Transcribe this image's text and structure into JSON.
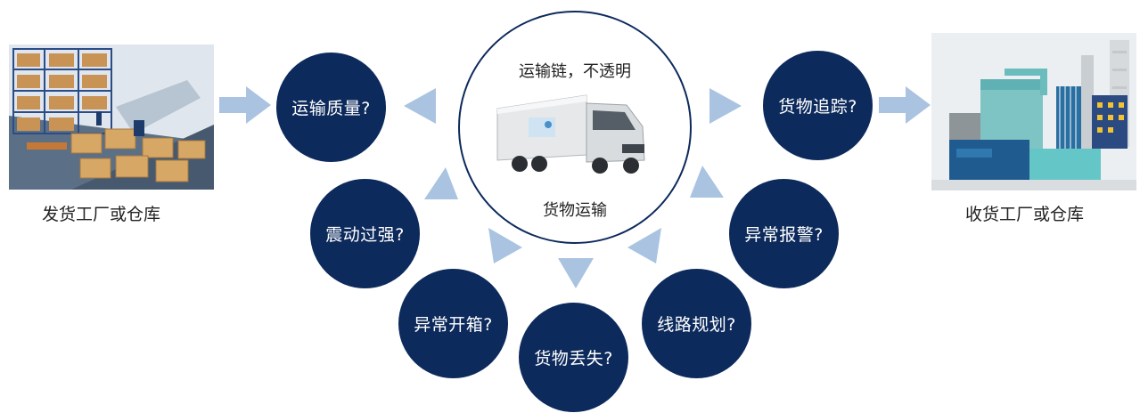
{
  "left_site": {
    "label": "发货工厂或仓库"
  },
  "right_site": {
    "label": "收货工厂或仓库"
  },
  "center": {
    "top_text": "运输链，不透明",
    "bottom_text": "货物运输"
  },
  "nodes": {
    "quality": "运输质量?",
    "tracking": "货物追踪?",
    "vibration": "震动过强?",
    "alarm": "异常报警?",
    "opening": "异常开箱?",
    "route": "线路规划?",
    "loss": "货物丢失?"
  },
  "colors": {
    "node": "#0d2a5c",
    "arrow": "#a9c3e1"
  }
}
